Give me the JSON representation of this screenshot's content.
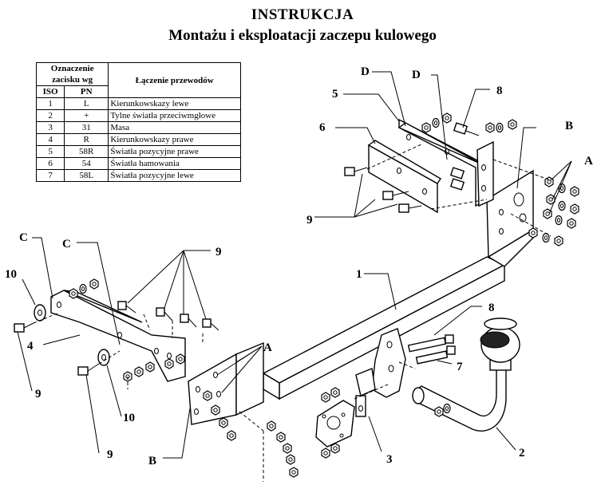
{
  "document": {
    "title": "INSTRUKCJA",
    "subtitle": "Montażu i eksploatacji zaczepu kulowego"
  },
  "wiring_table": {
    "header_group": "Oznaczenie zacisku wg",
    "header_iso": "ISO",
    "header_pn": "PN",
    "header_connection": "Łączenie przewodów",
    "rows": [
      {
        "iso": "1",
        "pn": "L",
        "desc": "Kierunkowskazy lewe"
      },
      {
        "iso": "2",
        "pn": "+",
        "desc": "Tylne światła przeciwmgłowe"
      },
      {
        "iso": "3",
        "pn": "31",
        "desc": "Masa"
      },
      {
        "iso": "4",
        "pn": "R",
        "desc": "Kierunkowskazy prawe"
      },
      {
        "iso": "5",
        "pn": "58R",
        "desc": "Światła pozycyjne prawe"
      },
      {
        "iso": "6",
        "pn": "54",
        "desc": "Światła hamowania"
      },
      {
        "iso": "7",
        "pn": "58L",
        "desc": "Światła pozycyjne lewe"
      }
    ]
  },
  "callouts": {
    "crossbar": "1",
    "ball": "2",
    "socket_plate": "3",
    "left_bracket": "4",
    "upper_bracket_5": "5",
    "upper_bracket_6": "6",
    "pin_7": "7",
    "bolt_8": "8",
    "bolt_9": "9",
    "washer_10": "10",
    "letter_a": "A",
    "letter_b": "B",
    "letter_c": "C",
    "letter_d": "D"
  }
}
